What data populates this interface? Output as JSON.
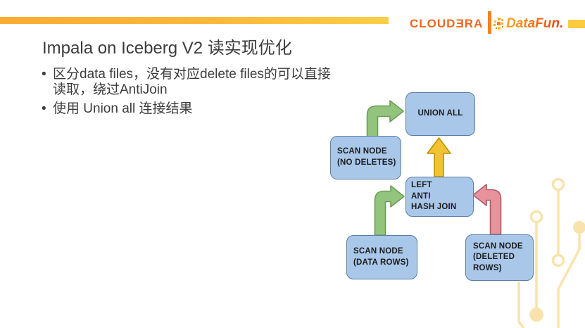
{
  "header": {
    "cloudera_text": "CLOUDƎRA",
    "datafun_text": "DataFun.",
    "stripe_color_left": "#F9AC32",
    "stripe_color_right": "#FCCE45",
    "cloudera_color": "#F3661D",
    "datafun_gradient": [
      "#F9A01B",
      "#E8401C"
    ]
  },
  "slide": {
    "title": "Impala on Iceberg V2 读实现优化",
    "bullets": [
      "区分data files，没有对应delete files的可以直接读取，绕过AntiJoin",
      "使用 Union all 连接结果"
    ]
  },
  "diagram": {
    "nodes": [
      {
        "id": "union-all",
        "label": "UNION ALL"
      },
      {
        "id": "scan-node-no-deletes",
        "label": "SCAN NODE\n(NO DELETES)"
      },
      {
        "id": "left-anti-hash-join",
        "label": "LEFT\nANTI\nHASH JOIN"
      },
      {
        "id": "scan-node-data-rows",
        "label": "SCAN NODE\n(DATA ROWS)"
      },
      {
        "id": "scan-node-deleted-rows",
        "label": "SCAN NODE\n(DELETED\nROWS)"
      }
    ],
    "edges": [
      {
        "from": "scan-node-no-deletes",
        "to": "union-all",
        "color": "green"
      },
      {
        "from": "left-anti-hash-join",
        "to": "union-all",
        "color": "yellow"
      },
      {
        "from": "scan-node-data-rows",
        "to": "left-anti-hash-join",
        "color": "green"
      },
      {
        "from": "scan-node-deleted-rows",
        "to": "left-anti-hash-join",
        "color": "pink"
      }
    ],
    "colors": {
      "box_fill": "#A9C7E9",
      "box_border": "#5C7EA4",
      "green_fill": "#93C47D",
      "green_border": "#6B9C53",
      "yellow_fill": "#F1C232",
      "yellow_border": "#BF9000",
      "pink_fill": "#E8929B",
      "pink_border": "#AE5C66",
      "decor_cream": "#F9E3AC"
    }
  }
}
